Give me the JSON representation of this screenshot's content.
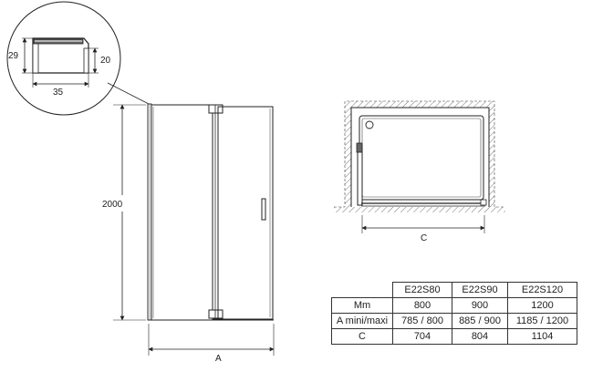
{
  "profile_detail": {
    "height_outer": "29",
    "height_inner": "20",
    "width": "35"
  },
  "elevation": {
    "height": "2000",
    "width_label": "A"
  },
  "plan_view": {
    "width_label": "C"
  },
  "spec_table": {
    "headers": [
      "E22S80",
      "E22S90",
      "E22S120"
    ],
    "rows": [
      {
        "label": "Mm",
        "values": [
          "800",
          "900",
          "1200"
        ]
      },
      {
        "label": "A mini/maxi",
        "values": [
          "785 / 800",
          "885 / 900",
          "1185 / 1200"
        ]
      },
      {
        "label": "C",
        "values": [
          "704",
          "804",
          "1104"
        ]
      }
    ]
  }
}
